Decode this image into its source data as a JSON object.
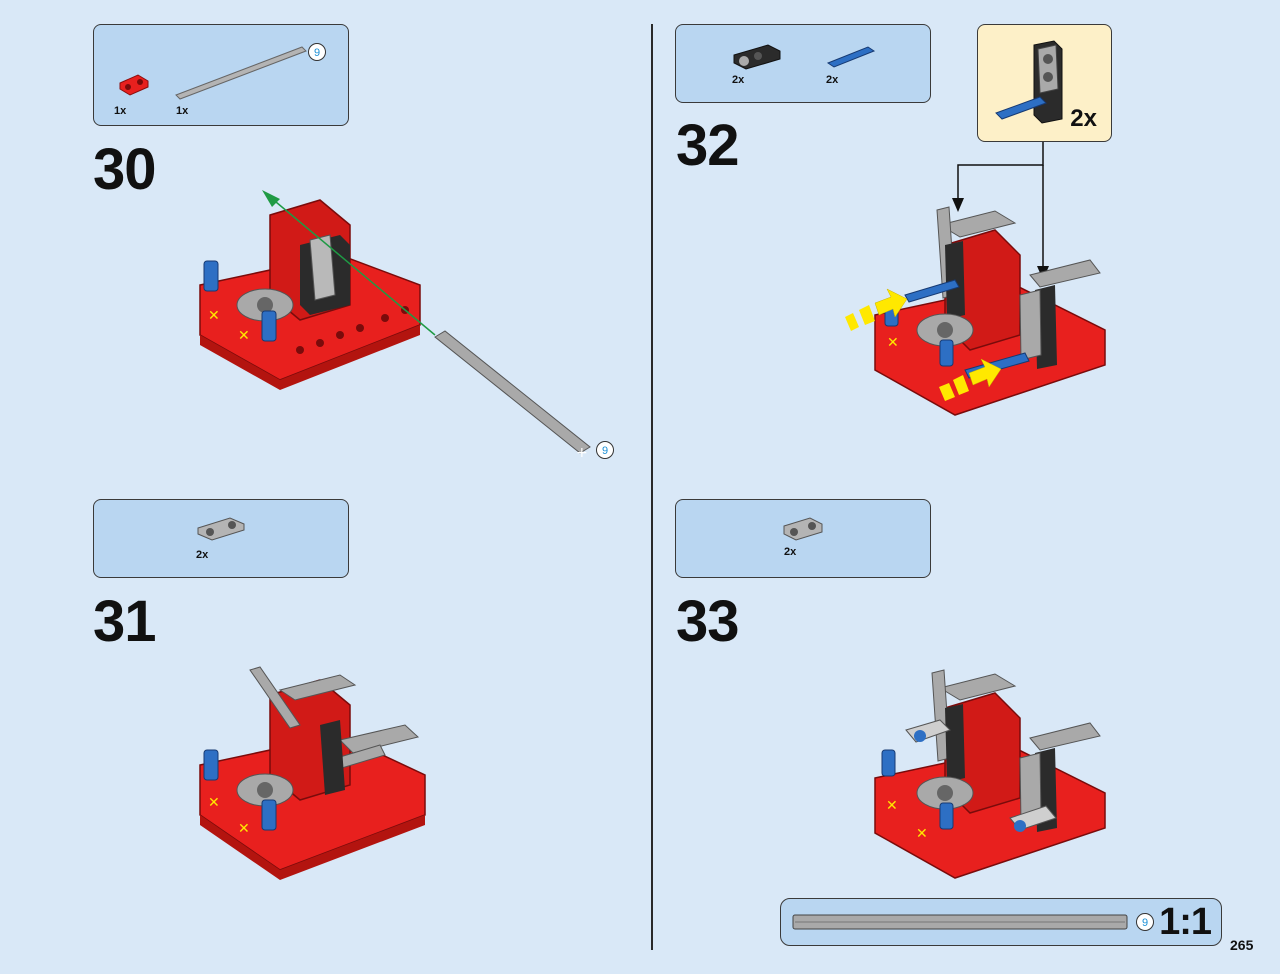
{
  "page_number": "265",
  "steps": [
    {
      "number": "30",
      "parts": [
        {
          "qty": "1x",
          "name": "red-beam"
        },
        {
          "qty": "1x",
          "name": "gray-axle",
          "length": "9"
        }
      ],
      "axle_callout": "9"
    },
    {
      "number": "31",
      "parts": [
        {
          "qty": "2x",
          "name": "gray-connector"
        }
      ]
    },
    {
      "number": "32",
      "parts": [
        {
          "qty": "2x",
          "name": "black-connector"
        },
        {
          "qty": "2x",
          "name": "blue-pin"
        }
      ],
      "subassembly_qty": "2x"
    },
    {
      "number": "33",
      "parts": [
        {
          "qty": "2x",
          "name": "gray-liftarm"
        }
      ]
    }
  ],
  "scale": {
    "axle_length": "9",
    "ratio": "1:1"
  },
  "colors": {
    "background": "#d9e8f7",
    "parts_box": "#b9d6f1",
    "callout": "#fdf0c8",
    "red": "#e8201e",
    "blue": "#2d6fc4",
    "gray": "#a9a9a9",
    "black": "#2b2b2b",
    "arrow": "#1f9a44",
    "hint": "#ffe800"
  }
}
